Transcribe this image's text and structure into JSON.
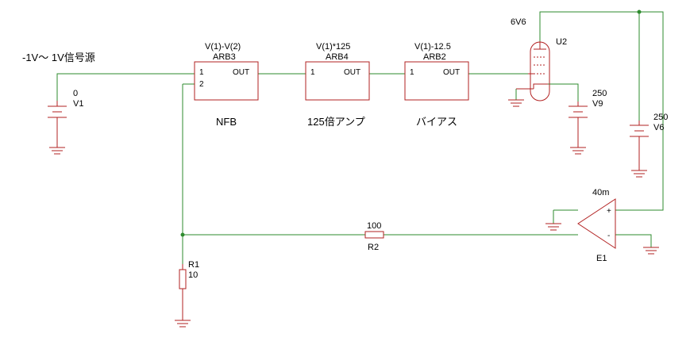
{
  "source_label": "-1V～ 1V信号源",
  "v1": {
    "value": "0",
    "ref": "V1"
  },
  "arb3": {
    "expr": "V(1)-V(2)",
    "ref": "ARB3",
    "pin1": "1",
    "pin2": "2",
    "out": "OUT",
    "caption": "NFB"
  },
  "arb4": {
    "expr": "V(1)*125",
    "ref": "ARB4",
    "pin1": "1",
    "out": "OUT",
    "caption": "125倍アンプ"
  },
  "arb2": {
    "expr": "V(1)-12.5",
    "ref": "ARB2",
    "pin1": "1",
    "out": "OUT",
    "caption": "バイアス"
  },
  "u2": {
    "tube": "6V6",
    "ref": "U2"
  },
  "v9": {
    "value": "250",
    "ref": "V9"
  },
  "v6": {
    "value": "250",
    "ref": "V6"
  },
  "e1": {
    "gain": "40m",
    "ref": "E1",
    "plus": "+",
    "minus": "-"
  },
  "r2": {
    "value": "100",
    "ref": "R2"
  },
  "r1": {
    "ref": "R1",
    "value": "10"
  },
  "colors": {
    "wire": "#2e8b2e",
    "part": "#b22222",
    "background": "#ffffff"
  }
}
